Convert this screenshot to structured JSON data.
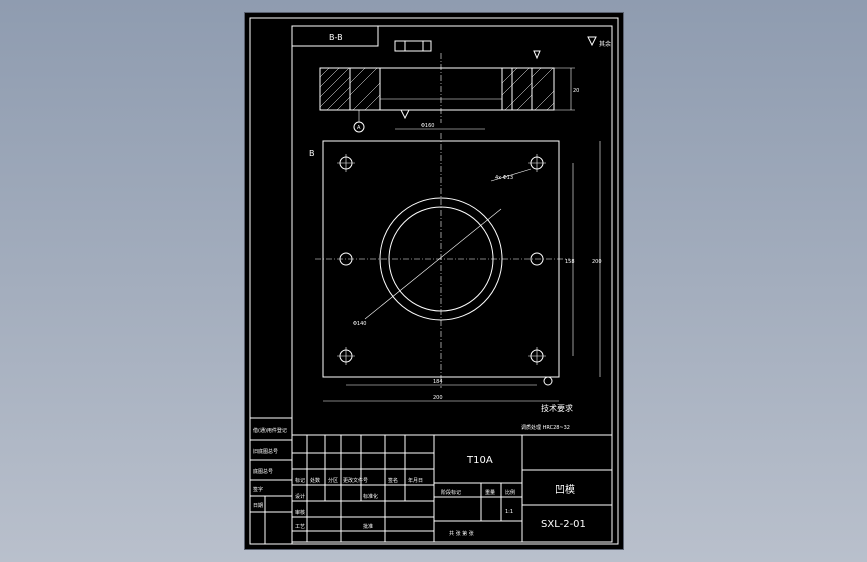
{
  "drawing": {
    "section_label": "B-B",
    "view_label": "B",
    "roughness_other": "其余",
    "tech_requirements_title": "技术要求",
    "tech_requirements_text": "调质处理 HRC28~32",
    "dimensions": {
      "width_bottom": "184",
      "overall_width": "200",
      "height_inner": "158",
      "height_outer": "200",
      "thickness": "20",
      "small_hole": "4x Φ13",
      "bore": "Φ140",
      "counterbore": "Φ160"
    },
    "title_block": {
      "material": "T10A",
      "part_name": "凹模",
      "drawing_number": "SXL-2-01",
      "scale": "1:1",
      "stage_mark_label": "阶段标记",
      "weight_label": "重量",
      "scale_label": "比例",
      "sheet_label": "共 张 第 张",
      "row_labels": [
        "标记",
        "处数",
        "分区",
        "更改文件号",
        "签名",
        "年月日"
      ],
      "design_label": "设计",
      "standardization_label": "标准化",
      "review_label": "审核",
      "process_label": "工艺",
      "approve_label": "批准",
      "left_labels": [
        "借(通)用件登记",
        "旧底图总号",
        "底图总号",
        "签字",
        "日期"
      ]
    }
  }
}
